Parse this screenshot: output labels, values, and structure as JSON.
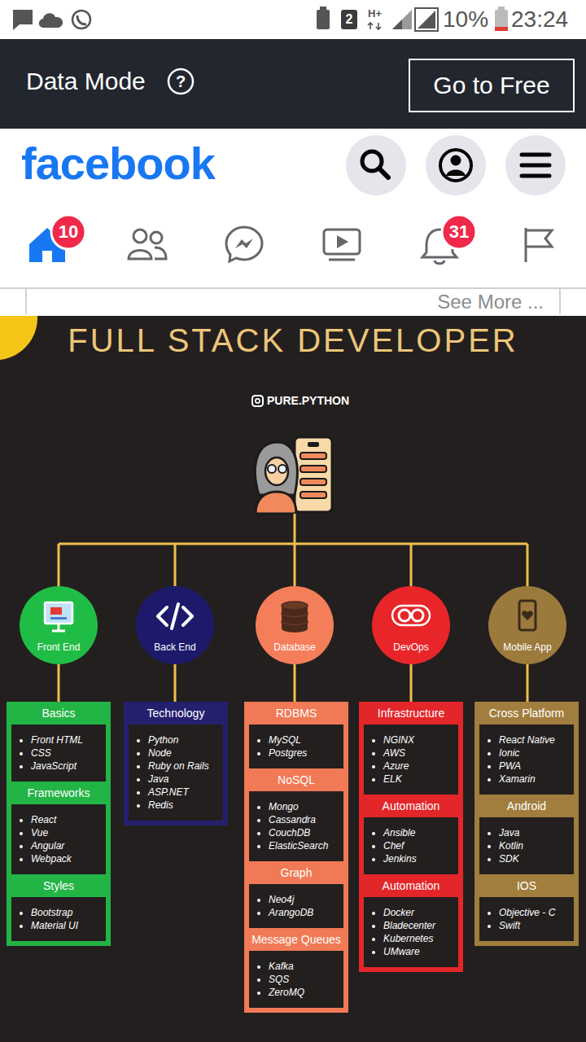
{
  "diagram": {
    "title": "FULL STACK DEVELOPER",
    "nodes": [
      {
        "text": [
          "2"
        ]
      },
      {
        "text": [
          "Go to Free"
        ]
      },
      {
        "text": [
          "10"
        ]
      },
      {
        "text": [
          "31"
        ]
      },
      {
        "text": [
          "Front End"
        ]
      },
      {
        "text": [
          "Back End"
        ]
      },
      {
        "text": [
          "Database"
        ]
      },
      {
        "text": [
          "DevOps"
        ]
      },
      {
        "text": [
          "Mobile App"
        ]
      },
      {
        "text": [
          "Basics",
          "Frameworks",
          "Styles"
        ]
      },
      {
        "text": [
          "Front HTML",
          "CSS",
          "JavaScript"
        ],
        "in": 9
      },
      {
        "text": [
          "React",
          "Vue",
          "Angular",
          "Webpack"
        ],
        "in": 9
      },
      {
        "text": [
          "Bootstrap",
          "Material UI"
        ],
        "in": 9
      },
      {
        "text": [
          "Technology"
        ]
      },
      {
        "text": [
          "Python",
          "Node",
          "Ruby on Rails",
          "Java",
          "ASP.NET",
          "Redis"
        ],
        "in": 13
      },
      {
        "text": [
          "RDBMS",
          "NoSQL",
          "Graph",
          "Message Queues"
        ]
      },
      {
        "text": [
          "MySQL",
          "Postgres"
        ],
        "in": 15
      },
      {
        "text": [
          "Mongo",
          "Cassandra",
          "CouchDB",
          "ElasticSearch"
        ],
        "in": 15
      },
      {
        "text": [
          "Neo4j",
          "ArangoDB"
        ],
        "in": 15
      },
      {
        "text": [
          "Kafka",
          "SQS",
          "ZeroMQ"
        ],
        "in": 15
      },
      {
        "text": [
          "Infrastructure",
          "Automation",
          "Automation"
        ]
      },
      {
        "text": [
          "NGINX",
          "AWS",
          "Azure",
          "ELK"
        ],
        "in": 20
      },
      {
        "text": [
          "Ansible",
          "Chef",
          "Jenkins"
        ],
        "in": 20
      },
      {
        "text": [
          "Docker",
          "Bladecenter",
          "Kubernetes",
          "UMware"
        ],
        "in": 20
      },
      {
        "text": [
          "Cross Platform",
          "Android",
          "IOS"
        ]
      },
      {
        "text": [
          "React Native",
          "Ionic",
          "PWA",
          "Xamarin"
        ],
        "in": 24
      },
      {
        "text": [
          "Java",
          "Kotlin",
          "SDK"
        ],
        "in": 24
      },
      {
        "text": [
          "Objective - C",
          "Swift"
        ],
        "in": 24
      }
    ],
    "edges": [
      {
        "from": 4,
        "to": 9,
        "arrow": "none"
      },
      {
        "from": 5,
        "to": 13,
        "arrow": "none"
      },
      {
        "from": 6,
        "to": 15,
        "arrow": "none"
      },
      {
        "from": 7,
        "to": 20,
        "arrow": "none"
      },
      {
        "from": 8,
        "to": 24,
        "arrow": "none"
      }
    ],
    "labels": [
      "H+",
      "10%",
      "23:24",
      "Data Mode",
      "?",
      "facebook",
      "See More ...",
      "PURE.PYTHON"
    ]
  }
}
